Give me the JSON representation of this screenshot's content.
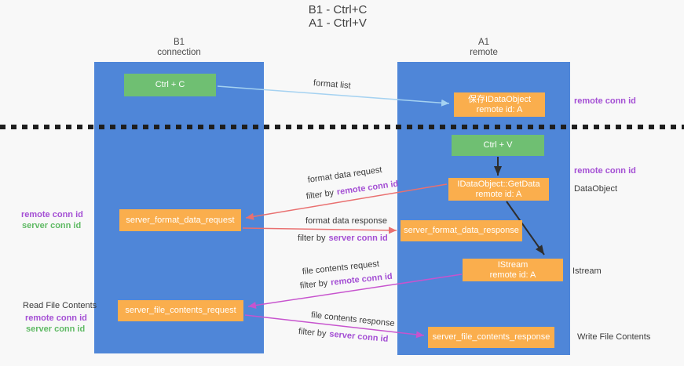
{
  "title": {
    "line1": "B1 - Ctrl+C",
    "line2": "A1 - Ctrl+V"
  },
  "lanes": {
    "left": {
      "name": "B1",
      "subtitle": "connection"
    },
    "right": {
      "name": "A1",
      "subtitle": "remote"
    }
  },
  "nodes": {
    "ctrl_c": "Ctrl + C",
    "ctrl_v": "Ctrl + V",
    "save_obj": {
      "line1": "保存IDataObject",
      "line2": "remote id: A"
    },
    "getdata": {
      "line1": "IDataObject::GetData",
      "line2": "remote id: A"
    },
    "istream": {
      "line1": "IStream",
      "line2": "remote id: A"
    },
    "fmt_req": "server_format_data_request",
    "fmt_resp": "server_format_data_response",
    "file_req": "server_file_contents_request",
    "file_resp": "server_file_contents_response"
  },
  "edge_labels": {
    "format_list": "format list",
    "format_data_request": "format data request",
    "format_data_response": "format data response",
    "file_contents_request": "file contents request",
    "file_contents_response": "file contents response",
    "filter_by": "filter by",
    "remote_conn_id": "remote conn id",
    "server_conn_id": "server conn id"
  },
  "side_labels": {
    "remote_conn_id": "remote conn id",
    "server_conn_id": "server conn id",
    "dataobject": "DataObject",
    "istream": "Istream",
    "read_file_contents": "Read File Contents",
    "write_file_contents": "Write File Contents"
  },
  "colors": {
    "lane_blue": "#4f86d8",
    "node_green": "#6fbf72",
    "node_orange": "#faae4d",
    "purple_text": "#a44fd4",
    "green_text": "#5fba64",
    "arrow_salmon": "#e97070",
    "arrow_magenta": "#c754ce",
    "arrow_lightblue": "#a5d2f1",
    "arrow_black": "#2e2e2e",
    "dash_black": "#1e1e1e"
  }
}
